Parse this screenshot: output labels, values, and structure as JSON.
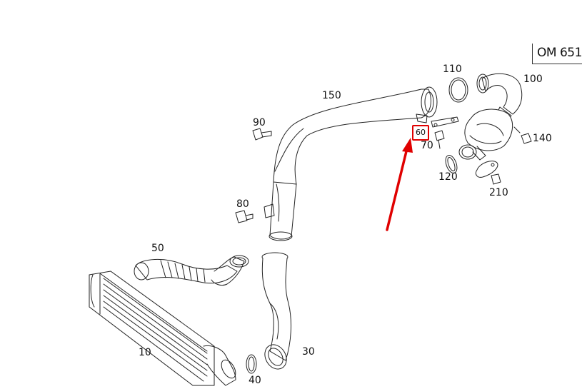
{
  "engine_code": "OM 651",
  "highlighted_part": "60",
  "part_numbers": {
    "p10": "10",
    "p30": "30",
    "p40": "40",
    "p50": "50",
    "p70": "70",
    "p80": "80",
    "p90": "90",
    "p100": "100",
    "p110": "110",
    "p120": "120",
    "p140": "140",
    "p150": "150",
    "p210": "210"
  },
  "colors": {
    "highlight": "#e00000",
    "line": "#222222"
  }
}
